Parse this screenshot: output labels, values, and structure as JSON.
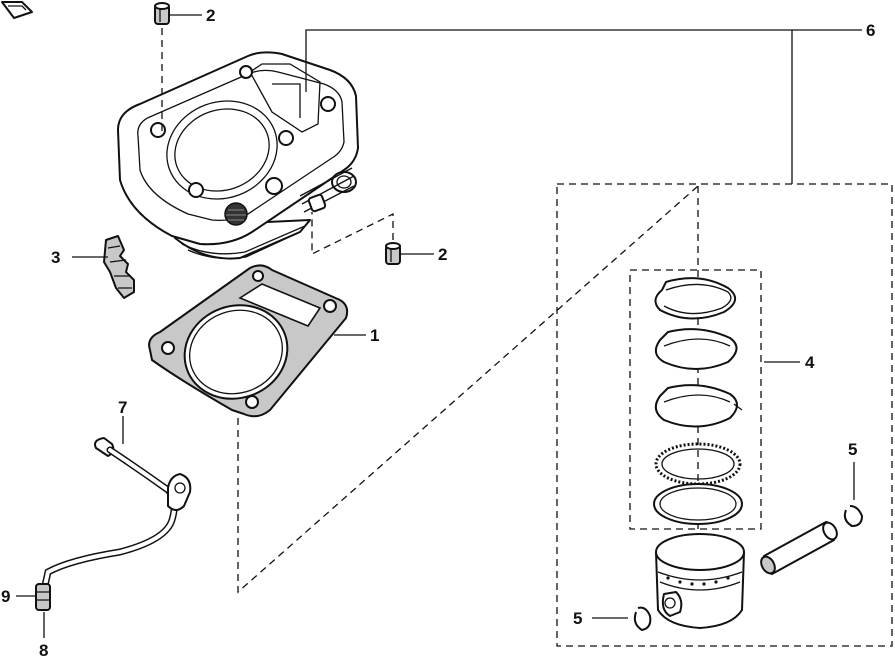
{
  "diagram": {
    "callouts": {
      "head_gasket": "1",
      "dowel_pin_top": "2",
      "dowel_pin_right": "2",
      "chain_guide": "3",
      "piston_rings": "4",
      "piston_pin_clip_right": "5",
      "piston_pin_clip_left": "5",
      "cylinder_assembly": "6",
      "breather_hose": "7",
      "hose_clamp": "8",
      "hose_end": "9"
    }
  }
}
